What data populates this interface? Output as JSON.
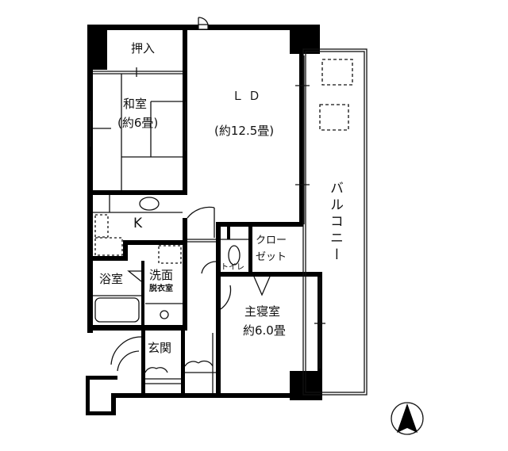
{
  "floorplan": {
    "rooms": {
      "oshiire": {
        "label": "押入"
      },
      "washitsu": {
        "label": "和室",
        "size": "(約6畳)"
      },
      "ld": {
        "label": "ＬＤ",
        "size": "(約12.5畳)"
      },
      "kitchen": {
        "label": "K"
      },
      "closet": {
        "label_line1": "クロー",
        "label_line2": "ゼット"
      },
      "toilet": {
        "label": "トイレ"
      },
      "bath": {
        "label": "浴室"
      },
      "washroom": {
        "label": "洗面",
        "sublabel": "脱衣室"
      },
      "master_bedroom": {
        "label": "主寝室",
        "size": "約6.0畳"
      },
      "entrance": {
        "label": "玄関"
      },
      "balcony": {
        "label": "バルコニー"
      }
    },
    "compass": {
      "direction": "N"
    },
    "colors": {
      "wall": "#000000",
      "line": "#111111",
      "background": "#ffffff"
    }
  }
}
